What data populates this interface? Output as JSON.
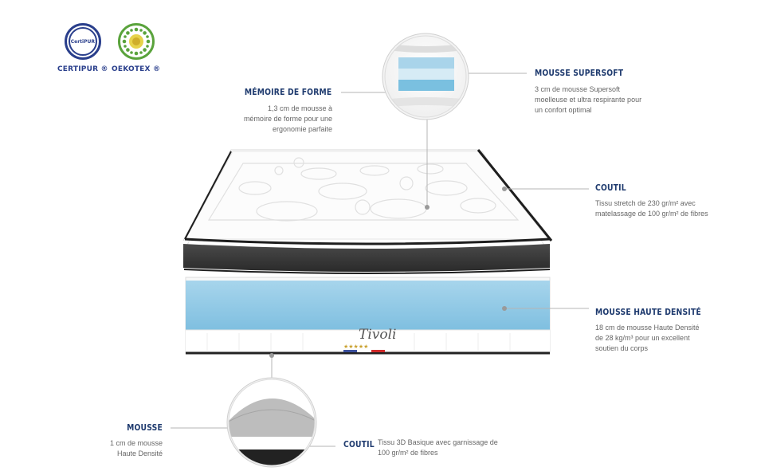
{
  "certifications": [
    {
      "label": "CERTIPUR ®",
      "icon": "certipur-logo",
      "logo_text": "CertiPUR",
      "color": "#2a3f8c"
    },
    {
      "label": "OEKOTEX ®",
      "icon": "oekotex-logo",
      "color": "#5aa33c"
    }
  ],
  "layers": {
    "memoire": {
      "title": "MÉMOIRE DE FORME",
      "description": "1,3 cm de mousse à mémoire de forme pour une ergonomie parfaite"
    },
    "supersoft": {
      "title": "MOUSSE SUPERSOFT",
      "description": "3 cm de mousse Supersoft moelleuse et ultra respirante pour un confort optimal"
    },
    "coutil_top": {
      "title": "COUTIL",
      "description": "Tissu stretch de 230 gr/m² avec matelassage de 100 gr/m² de fibres"
    },
    "haute_densite": {
      "title": "MOUSSE HAUTE DENSITÉ",
      "description": "18 cm de mousse Haute Densité de 28 kg/m³ pour un excellent soutien du corps"
    },
    "mousse_bottom": {
      "title": "MOUSSE",
      "description": "1 cm de mousse Haute Densité"
    },
    "coutil_bottom": {
      "title": "COUTIL",
      "description": "Tissu 3D Basique avec garnissage de 100 gr/m² de fibres"
    }
  },
  "brand": {
    "name": "Tivoli",
    "stars": "★★★★★"
  },
  "colors": {
    "title": "#1e3a6e",
    "foam_blue": "#8ec8e4",
    "border_dark": "#2b2b2b"
  }
}
